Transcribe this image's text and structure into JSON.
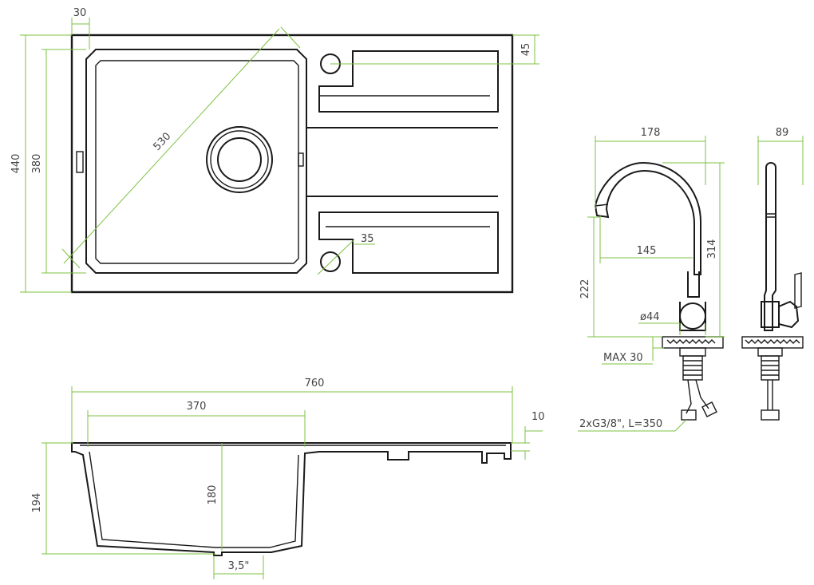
{
  "colors": {
    "dimension_line": "#7cc142",
    "outline": "#1a1a1a",
    "text": "#444444",
    "background": "#ffffff"
  },
  "top_view": {
    "width_offset": "30",
    "height_total": "440",
    "height_bowl": "380",
    "diagonal": "530",
    "tap_hole_offset": "45",
    "tap_hole_diameter": "35"
  },
  "side_view": {
    "total_length": "760",
    "bowl_length": "370",
    "rim_thickness": "10",
    "total_depth": "194",
    "bowl_depth": "180",
    "drain_size": "3,5\""
  },
  "faucet": {
    "width": "178",
    "depth": "89",
    "height": "314",
    "reach": "145",
    "spout_height": "222",
    "base_diameter": "ø44",
    "max_thickness": "MAX 30",
    "hoses": "2xG3/8\", L=350"
  }
}
